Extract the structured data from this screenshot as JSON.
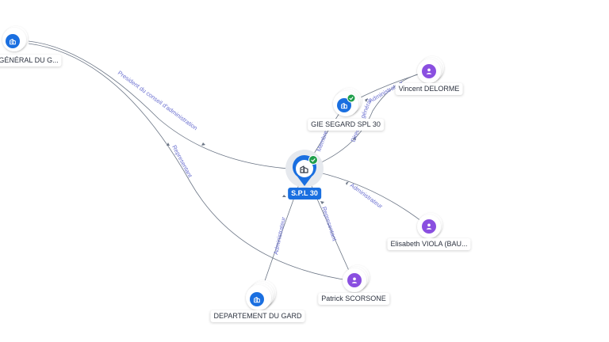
{
  "colors": {
    "company": "#1a6fe0",
    "person": "#8a4fe0",
    "edge": "#6b7585",
    "edge_label": "#6a6fd0",
    "check": "#1e9e4a"
  },
  "nodes": {
    "center": {
      "label": "S.P.L 30",
      "icon": "building-icon",
      "verified": true
    },
    "conseil_general": {
      "label": "GÉNÉRAL DU G...",
      "icon": "building-icon"
    },
    "gie_segard": {
      "label": "GIE SEGARD SPL 30",
      "icon": "building-icon",
      "verified": true
    },
    "vincent": {
      "label": "Vincent DELORME",
      "icon": "person-icon"
    },
    "elisabeth": {
      "label": "Elisabeth VIOLA (BAU...",
      "icon": "person-icon"
    },
    "patrick": {
      "label": "Patrick SCORSONE",
      "icon": "person-icon"
    },
    "departement": {
      "label": "DEPARTEMENT DU GARD",
      "icon": "building-icon"
    }
  },
  "edges": {
    "president": "President du conseil d'administration",
    "representant_left": "Representant",
    "membre": "Membre",
    "administrateur_vincent": "Administrateur",
    "directeur": "Directeur général",
    "administrateur_elisabeth": "Administrateur",
    "representant_patrick": "Representant",
    "administrateur_departement": "Administrateur"
  }
}
